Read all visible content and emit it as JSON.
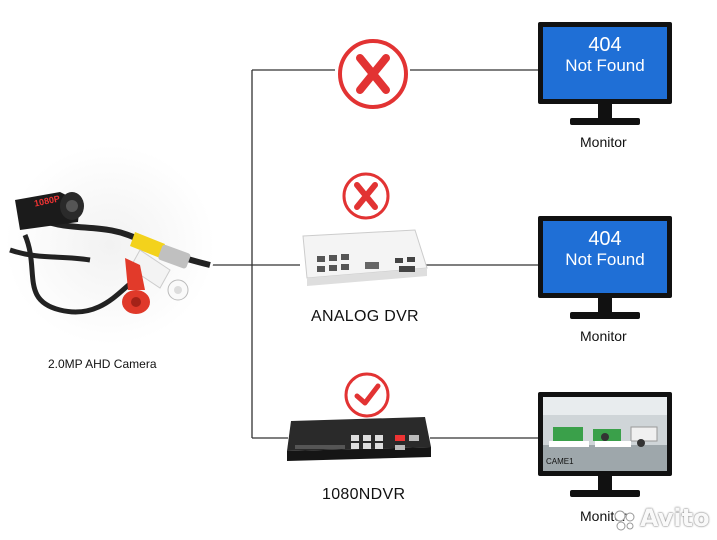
{
  "camera": {
    "label": "2.0MP AHD Camera",
    "lens_marking": "1080P"
  },
  "branches": [
    {
      "device_label": "",
      "status": "incompatible",
      "monitor": {
        "line1": "404",
        "line2": "Not Found",
        "label": "Monitor"
      }
    },
    {
      "device_label": "ANALOG DVR",
      "status": "incompatible",
      "monitor": {
        "line1": "404",
        "line2": "Not Found",
        "label": "Monitor"
      }
    },
    {
      "device_label": "1080NDVR",
      "status": "compatible",
      "monitor": {
        "screen_caption": "CAME1",
        "label": "Monitor"
      }
    }
  ],
  "watermark": {
    "text": "Avito"
  },
  "colors": {
    "cross": "#e23333",
    "check": "#e23333",
    "screen_blue": "#1f6fd6",
    "line": "#333333"
  }
}
